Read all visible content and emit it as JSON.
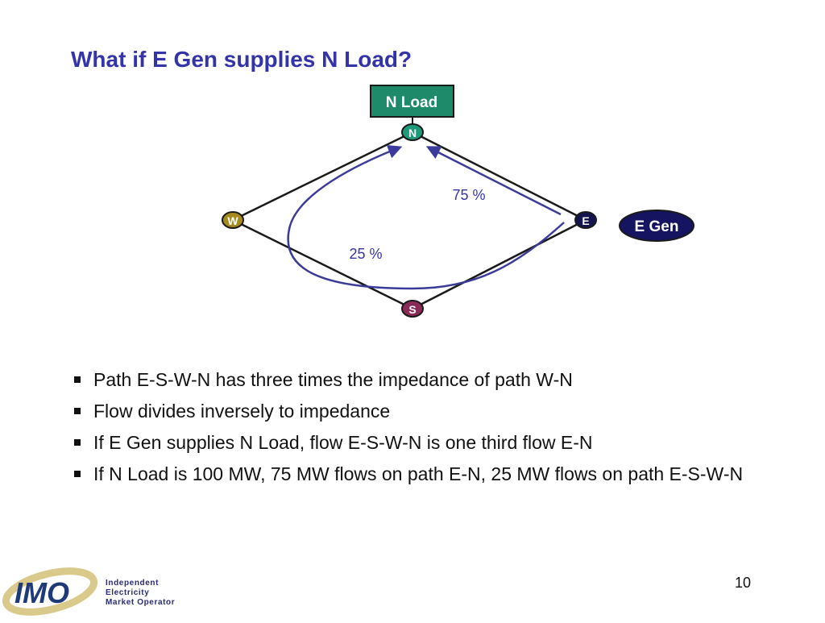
{
  "title": "What if E Gen supplies N Load?",
  "diagram": {
    "nodes": {
      "n": "N",
      "w": "W",
      "e": "E",
      "s": "S"
    },
    "n_load_label": "N Load",
    "e_gen_label": "E Gen",
    "flow_en_label": "75 %",
    "flow_eswn_label": "25 %",
    "colors": {
      "line": "#1a1a1a",
      "arrow": "#3b3b9a",
      "n_node": "#1e9a7a",
      "w_node": "#a68a1e",
      "e_node": "#141450",
      "s_node": "#8a2a56",
      "n_load_fill": "#1e8a6a",
      "e_gen_fill": "#141460",
      "label": "#3333aa"
    }
  },
  "bullets": [
    "Path E-S-W-N has three times the impedance of path W-N",
    "Flow divides inversely to impedance",
    "If E Gen supplies N Load, flow E-S-W-N is one third flow E-N",
    "If N Load is 100 MW, 75 MW flows on path E-N, 25 MW flows on path E-S-W-N"
  ],
  "page_number": "10",
  "logo": {
    "mark": "IMO",
    "line1": "Independent",
    "line2": "Electricity",
    "line3": "Market Operator"
  }
}
